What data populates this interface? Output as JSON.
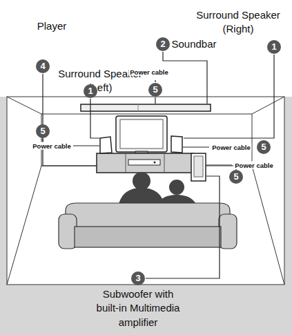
{
  "diagram": {
    "labels": [
      "Surround Speaker (Right)",
      "Player",
      "2",
      "Soundbar",
      "1",
      "4",
      "Surround Speaker (Left)",
      "Power cable",
      "1",
      "5",
      "5",
      "Power cable",
      "Power cable",
      "5",
      "Power cable",
      "5",
      "3",
      "Subwoofer with built-in Multimedia amplifier"
    ]
  }
}
